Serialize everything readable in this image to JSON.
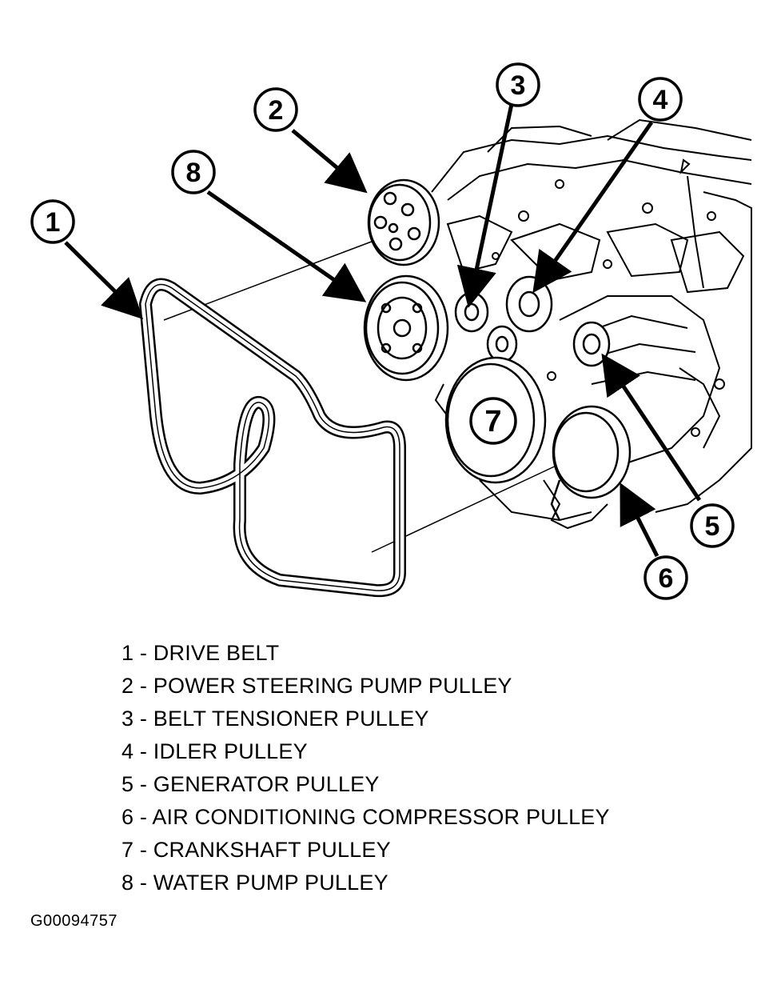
{
  "callouts": [
    {
      "number": "1",
      "target": "drive belt"
    },
    {
      "number": "2",
      "target": "power steering pump pulley"
    },
    {
      "number": "3",
      "target": "belt tensioner pulley"
    },
    {
      "number": "4",
      "target": "idler pulley"
    },
    {
      "number": "5",
      "target": "generator pulley"
    },
    {
      "number": "6",
      "target": "air conditioning compressor pulley"
    },
    {
      "number": "7",
      "target": "crankshaft pulley"
    },
    {
      "number": "8",
      "target": "water pump pulley"
    }
  ],
  "legend": [
    "1 - DRIVE BELT",
    "2 - POWER STEERING PUMP PULLEY",
    "3 - BELT TENSIONER PULLEY",
    "4 - IDLER PULLEY",
    "5 - GENERATOR PULLEY",
    "6 - AIR CONDITIONING COMPRESSOR PULLEY",
    "7 - CRANKSHAFT PULLEY",
    "8 - WATER PUMP PULLEY"
  ],
  "figure_code": "G00094757",
  "colors": {
    "ink": "#000000",
    "background": "#ffffff"
  }
}
